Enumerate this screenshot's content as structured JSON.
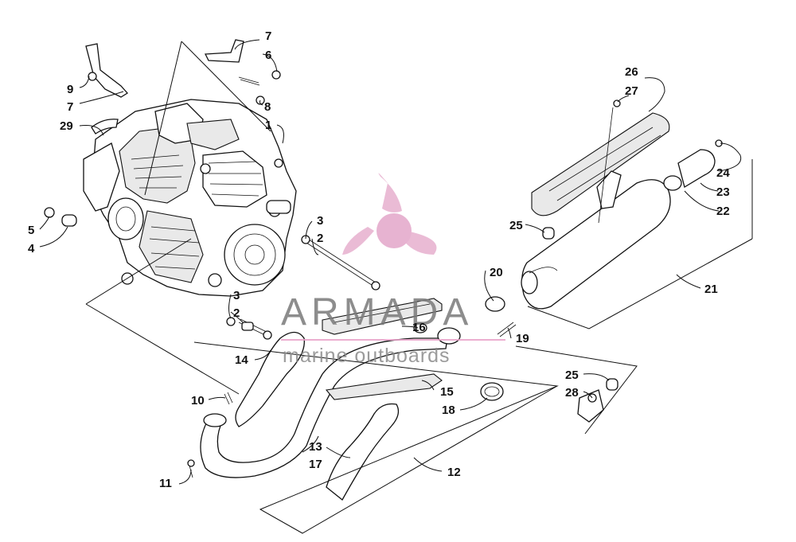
{
  "watermark": {
    "brand": "ARMADA",
    "tagline": "marine outboards",
    "accent_color": "#e8a0c8",
    "logo_color": "#e3a6c9",
    "text_color": "#7a7a7a"
  },
  "callouts": {
    "c1": "1",
    "c2a": "2",
    "c2b": "2",
    "c3a": "3",
    "c3b": "3",
    "c4": "4",
    "c5": "5",
    "c6": "6",
    "c7a": "7",
    "c7b": "7",
    "c8": "8",
    "c9": "9",
    "c10": "10",
    "c11": "11",
    "c12": "12",
    "c13": "13",
    "c14": "14",
    "c15": "15",
    "c16": "16",
    "c17": "17",
    "c18": "18",
    "c19": "19",
    "c20": "20",
    "c21": "21",
    "c22": "22",
    "c23": "23",
    "c24": "24",
    "c25a": "25",
    "c25b": "25",
    "c26": "26",
    "c27": "27",
    "c28": "28",
    "c29": "29"
  }
}
